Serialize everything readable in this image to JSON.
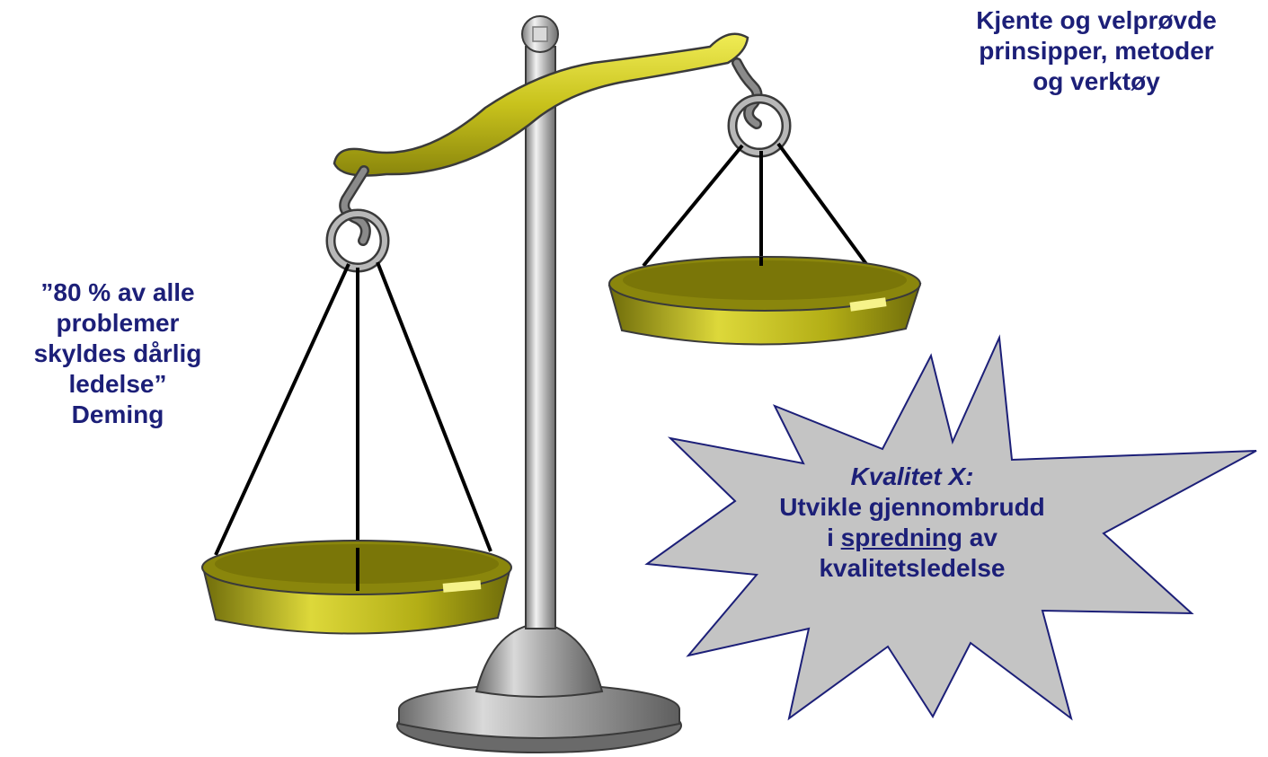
{
  "right_caption": {
    "lines": [
      "Kjente og velprøvde",
      "prinsipper, metoder",
      "og verktøy"
    ]
  },
  "left_quote": {
    "lines": [
      "”80 % av alle",
      "problemer",
      "skyldes dårlig",
      "ledelse”",
      "Deming"
    ]
  },
  "burst": {
    "heading": "Kvalitet X:",
    "line1": "Utvikle gjennombrudd",
    "line2_prefix": "i ",
    "line2_underlined": "spredning",
    "line2_suffix": " av",
    "line3": "kvalitetsledelse"
  },
  "colors": {
    "text": "#1c1f78",
    "burst_fill": "#c4c4c4",
    "burst_stroke": "#1c1f78",
    "beam_gold": "#c9c41a",
    "pan_gold": "#a8a414",
    "pole_silver": "#b9b9b9"
  }
}
